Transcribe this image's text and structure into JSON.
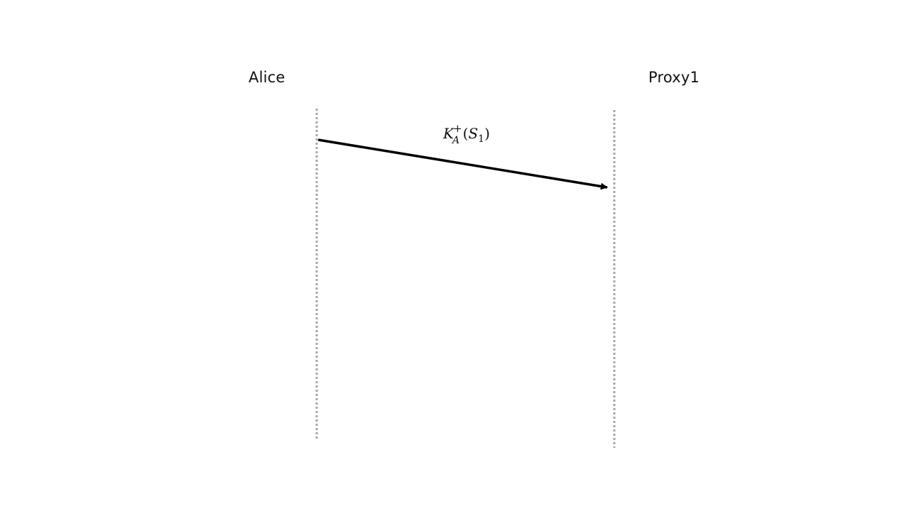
{
  "diagram": {
    "actors": [
      {
        "id": "alice",
        "label": "Alice"
      },
      {
        "id": "proxy1",
        "label": "Proxy1"
      }
    ],
    "messages": [
      {
        "from": "Alice",
        "to": "Proxy1",
        "label_parts": {
          "base": "K",
          "subscript": "A",
          "superscript": "+",
          "open_paren": "(",
          "argument": "S",
          "argument_subscript": "1",
          "close_paren": ")"
        }
      }
    ],
    "colors": {
      "lifeline": "#a6a6a6",
      "arrow": "#000000",
      "text": "#111111"
    }
  }
}
